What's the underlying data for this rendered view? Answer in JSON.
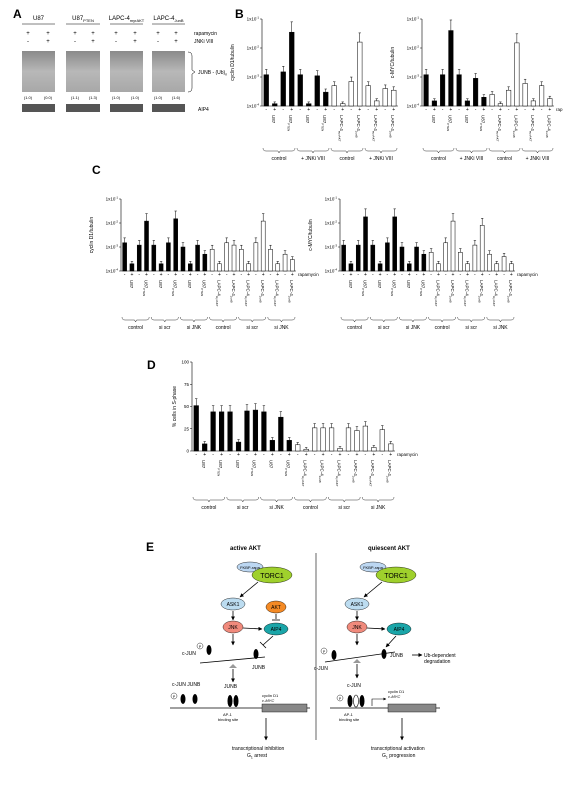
{
  "letters": {
    "a": "A",
    "b": "B",
    "c": "C",
    "d": "D",
    "e": "E"
  },
  "panelA": {
    "cell_lines": [
      "U87",
      "U87",
      "LAPC-4",
      "LAPC-4"
    ],
    "subscripts": [
      "",
      "PTEN",
      "myrAKT",
      "JunB"
    ],
    "treatments": [
      "rapamycin",
      "JNKi VIII"
    ],
    "signs_rap": [
      "+",
      "+",
      "+",
      "+",
      "+",
      "+",
      "+",
      "+"
    ],
    "signs_jnk": [
      "-",
      "+",
      "-",
      "+",
      "-",
      "+",
      "-",
      "+"
    ],
    "blot_label": "JUNB - (Ub)",
    "blot_sub": "n",
    "quant": [
      "(1.0)",
      "(0.0)",
      "(1.1)",
      "(1.3)",
      "(1.0)",
      "(1.0)",
      "(1.0)",
      "(1.6)"
    ],
    "loading": "AIP4"
  },
  "panelB": {
    "axis_ticks": [
      "1x10",
      "1x10",
      "1x10",
      "1x10"
    ],
    "axis_exps": [
      "-1",
      "-2",
      "-3",
      "-4"
    ],
    "ylabel_left": "cyclin D1/tubulin",
    "ylabel_right": "c-MYC/tubulin",
    "signs": [
      "-",
      "+",
      "-",
      "+",
      "-",
      "+",
      "-",
      "+",
      "-",
      "+",
      "-",
      "+",
      "-",
      "+",
      "-",
      "+"
    ],
    "rap_label": "rap",
    "groups": [
      "control",
      "+ JNKi VIII",
      "control",
      "+ JNKi VIII"
    ]
  },
  "panelC": {
    "ylabel_left": "cyclin D1/tubulin",
    "ylabel_right": "c-MYC/tubulin",
    "rap_label": "rapamycin",
    "groups": [
      "control",
      "si scr",
      "si JNK",
      "control",
      "si scr",
      "si JNK"
    ]
  },
  "panelD": {
    "ylabel": "% cells in S-phase",
    "ticks": [
      "100",
      "75",
      "50",
      "25",
      "0"
    ],
    "rap_label": "rapamycin",
    "groups": [
      "control",
      "si scr",
      "si JNK",
      "control",
      "si scr",
      "si JNK"
    ]
  },
  "panelE": {
    "left_title": "active AKT",
    "right_title": "quiescent AKT",
    "fkbp": "FKBP-rapa",
    "torc1": "TORC1",
    "ask1": "ASK1",
    "akt": "AKT",
    "jnk": "JNK",
    "aip4": "AIP4",
    "cjun": "c-JUN",
    "junb": "JUNB",
    "cjun_junb": "c-JUN JUNB",
    "p": "P",
    "cyclin": "cyclin D1",
    "cmyc": "c-MYC",
    "ap1": "AP-1",
    "binding": "binding site",
    "ub_deg1": "Ub-dependent",
    "ub_deg2": "degradation",
    "left_out1": "transcriptional inhibition",
    "left_out2": "G",
    "left_out2b": " arrest",
    "right_out1": "transcriptional activation",
    "right_out2": "G",
    "right_out2b": " progression",
    "g_sub": "1"
  },
  "chart_data": [
    {
      "type": "bar",
      "panel": "B-left",
      "ylabel": "cyclin D1/tubulin",
      "scale": "log",
      "ylim": [
        0.0001,
        0.1
      ],
      "values": [
        0.0012,
        0.00012,
        0.0015,
        0.035,
        0.0012,
        0.00012,
        0.0011,
        0.0003,
        0.0005,
        0.00012,
        0.0007,
        0.016,
        0.0005,
        0.00015,
        0.0004,
        0.00035
      ],
      "filled": [
        true,
        true,
        true,
        true,
        true,
        true,
        true,
        true,
        false,
        false,
        false,
        false,
        false,
        false,
        false,
        false
      ]
    },
    {
      "type": "bar",
      "panel": "B-right",
      "ylabel": "c-MYC/tubulin",
      "scale": "log",
      "ylim": [
        0.0001,
        0.1
      ],
      "values": [
        0.0012,
        0.00015,
        0.0012,
        0.04,
        0.0012,
        0.00015,
        0.0009,
        0.0002,
        0.00025,
        0.00012,
        0.00035,
        0.015,
        0.0006,
        0.00015,
        0.0005,
        0.00018
      ],
      "filled": [
        true,
        true,
        true,
        true,
        true,
        true,
        true,
        true,
        false,
        false,
        false,
        false,
        false,
        false,
        false,
        false
      ]
    },
    {
      "type": "bar",
      "panel": "C-left",
      "ylabel": "cyclin D1/tubulin",
      "scale": "log",
      "ylim": [
        0.0001,
        0.1
      ],
      "values": [
        0.0015,
        0.0002,
        0.0012,
        0.012,
        0.0012,
        0.0002,
        0.0015,
        0.015,
        0.001,
        0.0002,
        0.0012,
        0.0005,
        0.0008,
        0.0002,
        0.0015,
        0.0012,
        0.0008,
        0.0002,
        0.0015,
        0.012,
        0.0008,
        0.0002,
        0.0005,
        0.0003
      ],
      "filled": [
        true,
        true,
        true,
        true,
        true,
        true,
        true,
        true,
        true,
        true,
        true,
        true,
        false,
        false,
        false,
        false,
        false,
        false,
        false,
        false,
        false,
        false,
        false,
        false
      ]
    },
    {
      "type": "bar",
      "panel": "C-right",
      "ylabel": "c-MYC/tubulin",
      "scale": "log",
      "ylim": [
        0.0001,
        0.1
      ],
      "values": [
        0.0012,
        0.0002,
        0.0012,
        0.018,
        0.0012,
        0.0002,
        0.0015,
        0.018,
        0.001,
        0.0002,
        0.001,
        0.0005,
        0.0006,
        0.0002,
        0.0015,
        0.012,
        0.0006,
        0.0002,
        0.0012,
        0.008,
        0.0005,
        0.0002,
        0.0004,
        0.0002
      ],
      "filled": [
        true,
        true,
        true,
        true,
        true,
        true,
        true,
        true,
        true,
        true,
        true,
        true,
        false,
        false,
        false,
        false,
        false,
        false,
        false,
        false,
        false,
        false,
        false,
        false
      ]
    },
    {
      "type": "bar",
      "panel": "D",
      "ylabel": "% cells in S-phase",
      "ylim": [
        0,
        100
      ],
      "values": [
        51,
        8,
        44,
        44,
        44,
        10,
        45,
        46,
        44,
        12,
        38,
        12,
        7,
        2,
        26,
        26,
        26,
        3,
        26,
        23,
        28,
        4,
        24,
        8
      ],
      "filled": [
        true,
        true,
        true,
        true,
        true,
        true,
        true,
        true,
        true,
        true,
        true,
        true,
        false,
        false,
        false,
        false,
        false,
        false,
        false,
        false,
        false,
        false,
        false,
        false
      ]
    }
  ]
}
